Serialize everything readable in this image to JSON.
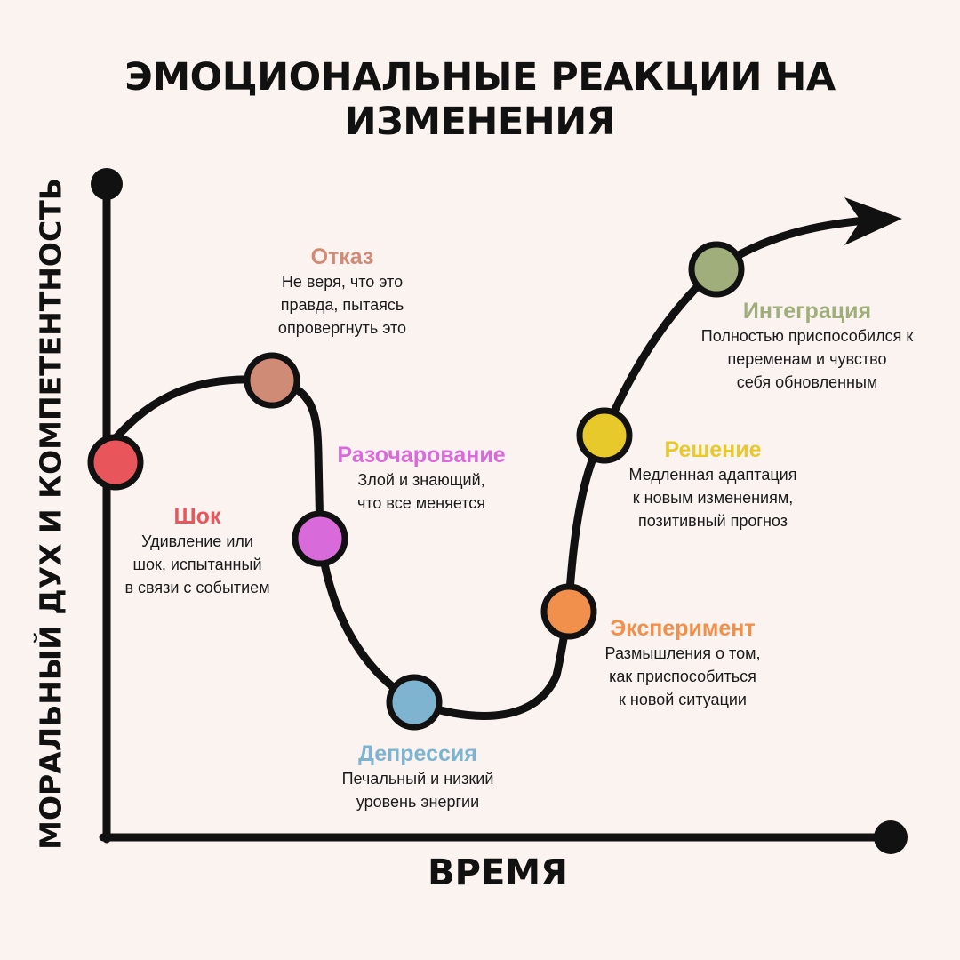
{
  "title": "ЭМОЦИОНАЛЬНЫЕ РЕАКЦИИ НА ИЗМЕНЕНИЯ",
  "axes": {
    "y_label": "МОРАЛЬНЫЙ ДУХ И КОМПЕТЕНТНОСТЬ",
    "x_label": "ВРЕМЯ"
  },
  "stages": [
    {
      "name": "Шок",
      "color": "#e8555a",
      "desc": [
        "Удивление или",
        "шок, испытанный",
        "в связи с событием"
      ]
    },
    {
      "name": "Отказ",
      "color": "#d08b76",
      "desc": [
        "Не веря, что это",
        "правда, пытаясь",
        "опровергнуть это"
      ]
    },
    {
      "name": "Разочарование",
      "color": "#d96ad9",
      "desc": [
        "Злой и знающий,",
        "что все меняется"
      ]
    },
    {
      "name": "Депрессия",
      "color": "#7eb4cf",
      "desc": [
        "Печальный и низкий",
        "уровень энергии"
      ]
    },
    {
      "name": "Эксперимент",
      "color": "#f1904d",
      "desc": [
        "Размышления о том,",
        "как приспособиться",
        "к новой ситуации"
      ]
    },
    {
      "name": "Решение",
      "color": "#e8c92c",
      "desc": [
        "Медленная адаптация",
        "к новым изменениям,",
        "позитивный прогноз"
      ]
    },
    {
      "name": "Интеграция",
      "color": "#9fae7a",
      "desc": [
        "Полностью приспособился к",
        "переменам и чувство",
        "себя обновленным"
      ]
    }
  ]
}
